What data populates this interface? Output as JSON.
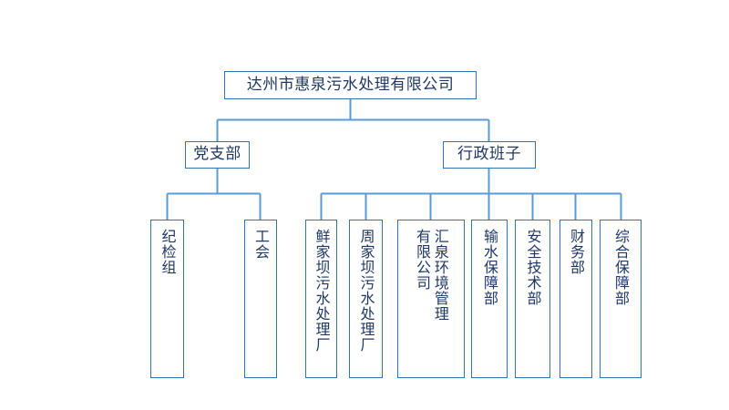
{
  "chart_data": {
    "type": "diagram",
    "diagram_kind": "organizational-chart",
    "orientation": "top-down",
    "title": "",
    "colors": {
      "box_border": "#2E75B6",
      "connector_line": "#5B9BD5",
      "text": "#1F3864",
      "background": "#FFFFFF"
    },
    "levels": 3,
    "nodes": [
      {
        "id": "root",
        "label": "达州市惠泉污水处理有限公司",
        "level": 0,
        "parent": null,
        "text_direction": "horizontal"
      },
      {
        "id": "n1",
        "label": "党支部",
        "level": 1,
        "parent": "root",
        "text_direction": "horizontal"
      },
      {
        "id": "n2",
        "label": "行政班子",
        "level": 1,
        "parent": "root",
        "text_direction": "horizontal"
      },
      {
        "id": "l1",
        "label": "纪检组",
        "level": 2,
        "parent": "n1",
        "text_direction": "vertical"
      },
      {
        "id": "l2",
        "label": "工会",
        "level": 2,
        "parent": "n1",
        "text_direction": "vertical"
      },
      {
        "id": "l3",
        "label": "鲜家坝污水处理厂",
        "level": 2,
        "parent": "n2",
        "text_direction": "vertical"
      },
      {
        "id": "l4",
        "label": "周家坝污水处理厂",
        "level": 2,
        "parent": "n2",
        "text_direction": "vertical"
      },
      {
        "id": "l5",
        "label": "汇泉环境管理有限公司",
        "level": 2,
        "parent": "n2",
        "text_direction": "vertical",
        "columns": 2
      },
      {
        "id": "l6",
        "label": "输水保障部",
        "level": 2,
        "parent": "n2",
        "text_direction": "vertical"
      },
      {
        "id": "l7",
        "label": "安全技术部",
        "level": 2,
        "parent": "n2",
        "text_direction": "vertical"
      },
      {
        "id": "l8",
        "label": "财务部",
        "level": 2,
        "parent": "n2",
        "text_direction": "vertical"
      },
      {
        "id": "l9",
        "label": "综合保障部",
        "level": 2,
        "parent": "n2",
        "text_direction": "vertical"
      }
    ],
    "edges": [
      {
        "from": "root",
        "to": "n1"
      },
      {
        "from": "root",
        "to": "n2"
      },
      {
        "from": "n1",
        "to": "l1"
      },
      {
        "from": "n1",
        "to": "l2"
      },
      {
        "from": "n2",
        "to": "l3"
      },
      {
        "from": "n2",
        "to": "l4"
      },
      {
        "from": "n2",
        "to": "l5"
      },
      {
        "from": "n2",
        "to": "l6"
      },
      {
        "from": "n2",
        "to": "l7"
      },
      {
        "from": "n2",
        "to": "l8"
      },
      {
        "from": "n2",
        "to": "l9"
      }
    ]
  },
  "nodes": {
    "root": {
      "label": "达州市惠泉污水处理有限公司"
    },
    "party_branch": {
      "label": "党支部"
    },
    "admin_team": {
      "label": "行政班子"
    },
    "discipline": {
      "label": "纪检组"
    },
    "union": {
      "label": "工会"
    },
    "plant_xianjiaba": {
      "label": "鲜家坝污水处理厂"
    },
    "plant_zhoujiaba": {
      "label": "周家坝污水处理厂"
    },
    "huiquan_col_right": {
      "label": "汇泉环境管理"
    },
    "huiquan_col_left": {
      "label": "有限公司"
    },
    "water_transport": {
      "label": "输水保障部"
    },
    "safety_tech": {
      "label": "安全技术部"
    },
    "finance": {
      "label": "财务部"
    },
    "general_support": {
      "label": "综合保障部"
    }
  }
}
